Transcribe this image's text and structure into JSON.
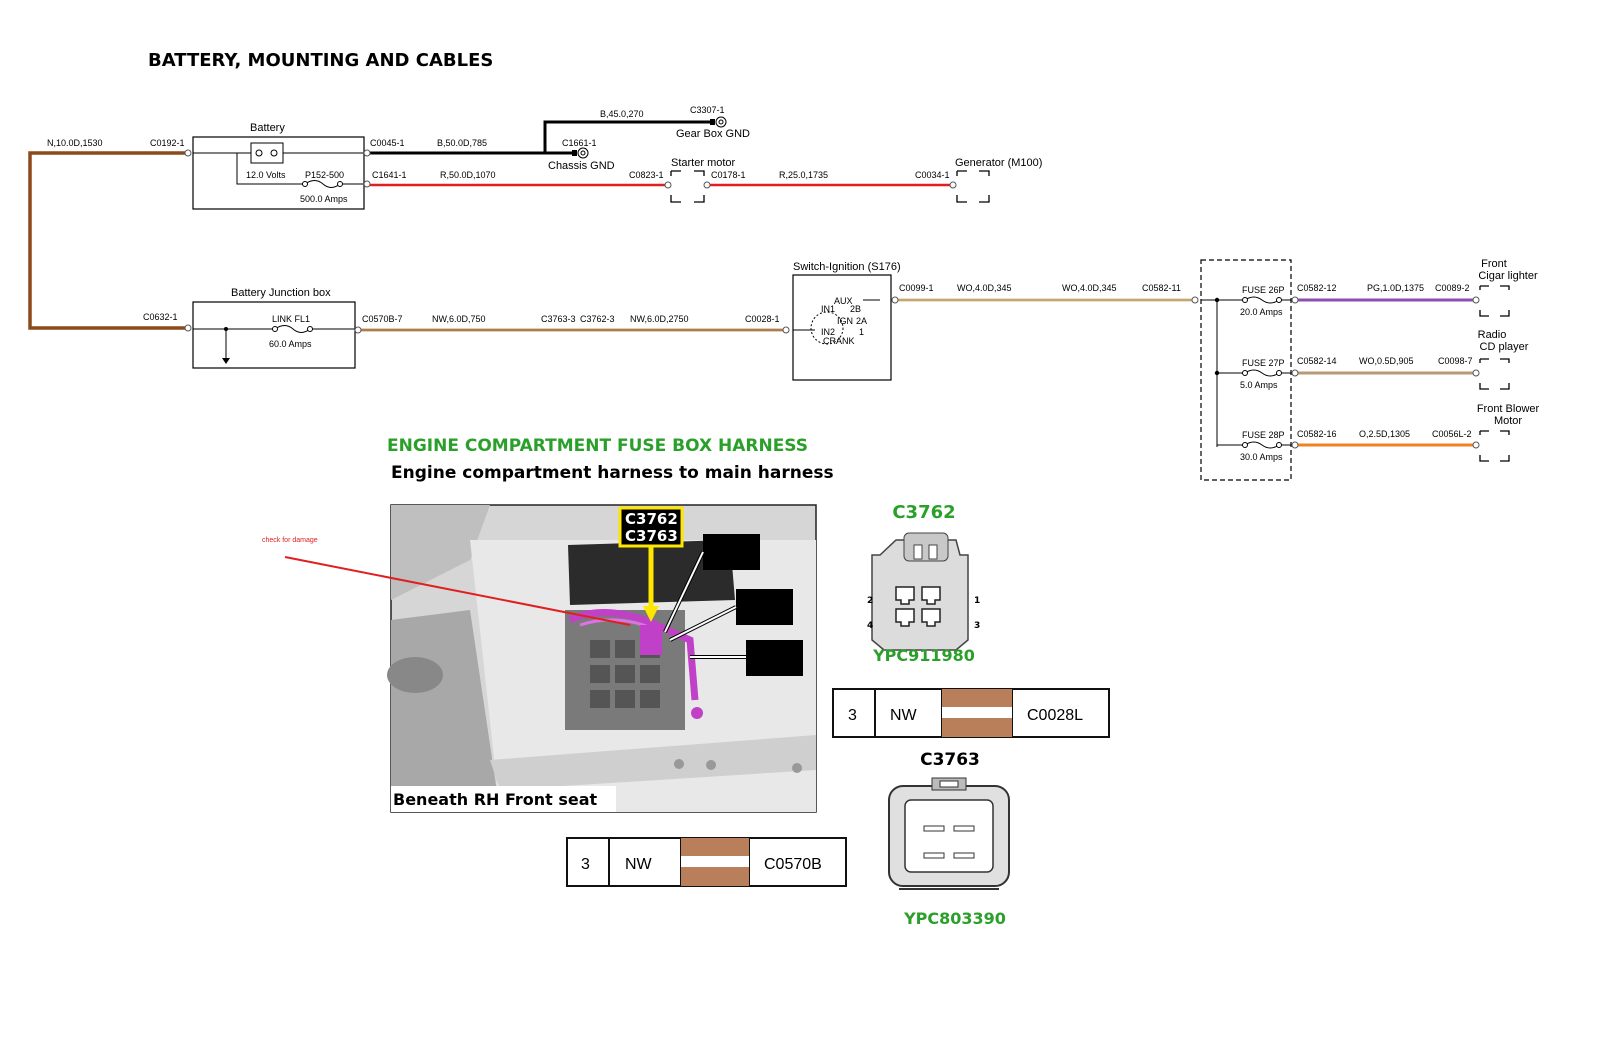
{
  "title": "BATTERY, MOUNTING AND CABLES",
  "battery": {
    "title": "Battery",
    "volts": "12.0 Volts",
    "fuse": "P152-500",
    "amps": "500.0 Amps"
  },
  "junction_box": {
    "title": "Battery Junction box",
    "link": "LINK FL1",
    "amps": "60.0 Amps"
  },
  "wires": {
    "main_brown": "N,10.0D,1530",
    "black_b50": "B,50.0D,785",
    "black_b45": "B,45.0,270",
    "red_r50": "R,50.0D,1070",
    "red_r25": "R,25.0,1735",
    "nw_6_750": "NW,6.0D,750",
    "nw_6_2750": "NW,6.0D,2750",
    "wo_4_345a": "WO,4.0D,345",
    "wo_4_345b": "WO,4.0D,345",
    "pg_1": "PG,1.0D,1375",
    "wo_05": "WO,0.5D,905",
    "o_25": "O,2.5D,1305"
  },
  "connectors": {
    "c0192": "C0192-1",
    "c0045": "C0045-1",
    "c1641": "C1641-1",
    "c1661": "C1661-1",
    "c3307": "C3307-1",
    "c0823": "C0823-1",
    "c0178": "C0178-1",
    "c0034": "C0034-1",
    "c0632": "C0632-1",
    "c0570b": "C0570B-7",
    "c3763_3": "C3763-3",
    "c3762_3": "C3762-3",
    "c0028": "C0028-1",
    "c0099": "C0099-1",
    "c0582_11": "C0582-11",
    "c0582_12": "C0582-12",
    "c0582_14": "C0582-14",
    "c0582_16": "C0582-16",
    "c0089": "C0089-2",
    "c0098": "C0098-7",
    "c0056l": "C0056L-2"
  },
  "grounds": {
    "chassis": "Chassis GND",
    "gearbox": "Gear Box GND"
  },
  "components": {
    "starter": "Starter motor",
    "generator": "Generator (M100)"
  },
  "switch": {
    "title": "Switch-Ignition (S176)",
    "aux": "AUX",
    "in1": "IN1",
    "p2b": "2B",
    "ign": "IGN",
    "p2a": "2A",
    "p1": "1",
    "in2": "IN2",
    "crank": "CRANK"
  },
  "fuses": [
    {
      "name": "FUSE 26P",
      "amps": "20.0 Amps"
    },
    {
      "name": "FUSE 27P",
      "amps": "5.0 Amps"
    },
    {
      "name": "FUSE 28P",
      "amps": "30.0 Amps"
    }
  ],
  "loads": {
    "cigar_1": "Front",
    "cigar_2": "Cigar lighter",
    "radio_1": "Radio",
    "radio_2": "CD player",
    "blower_1": "Front Blower",
    "blower_2": "Motor"
  },
  "harness": {
    "title": "ENGINE COMPARTMENT FUSE  BOX HARNESS",
    "subtitle": "Engine compartment harness to main harness",
    "photo_caption": "Beneath RH Front seat",
    "callout_1": "C3762",
    "callout_2": "C3763",
    "annotation": "check for damage"
  },
  "c3762": {
    "title": "C3762",
    "part": "YPC911980",
    "pins": [
      "2",
      "1",
      "4",
      "3"
    ],
    "table": {
      "pin": "3",
      "code": "NW",
      "dest": "C0028L"
    }
  },
  "c3763": {
    "title": "C3763",
    "part": "YPC803390",
    "table": {
      "pin": "3",
      "code": "NW",
      "dest": "C0570B"
    }
  },
  "colors": {
    "brown": "#8b4a1c",
    "red": "#e02020",
    "tan": "#c8a070",
    "purple": "#8a4fb0",
    "orange": "#f08020",
    "green": "#2aa02a",
    "magenta": "#c040c8",
    "yellow": "#ffe600",
    "wire_swatch": "#b87f5a"
  }
}
